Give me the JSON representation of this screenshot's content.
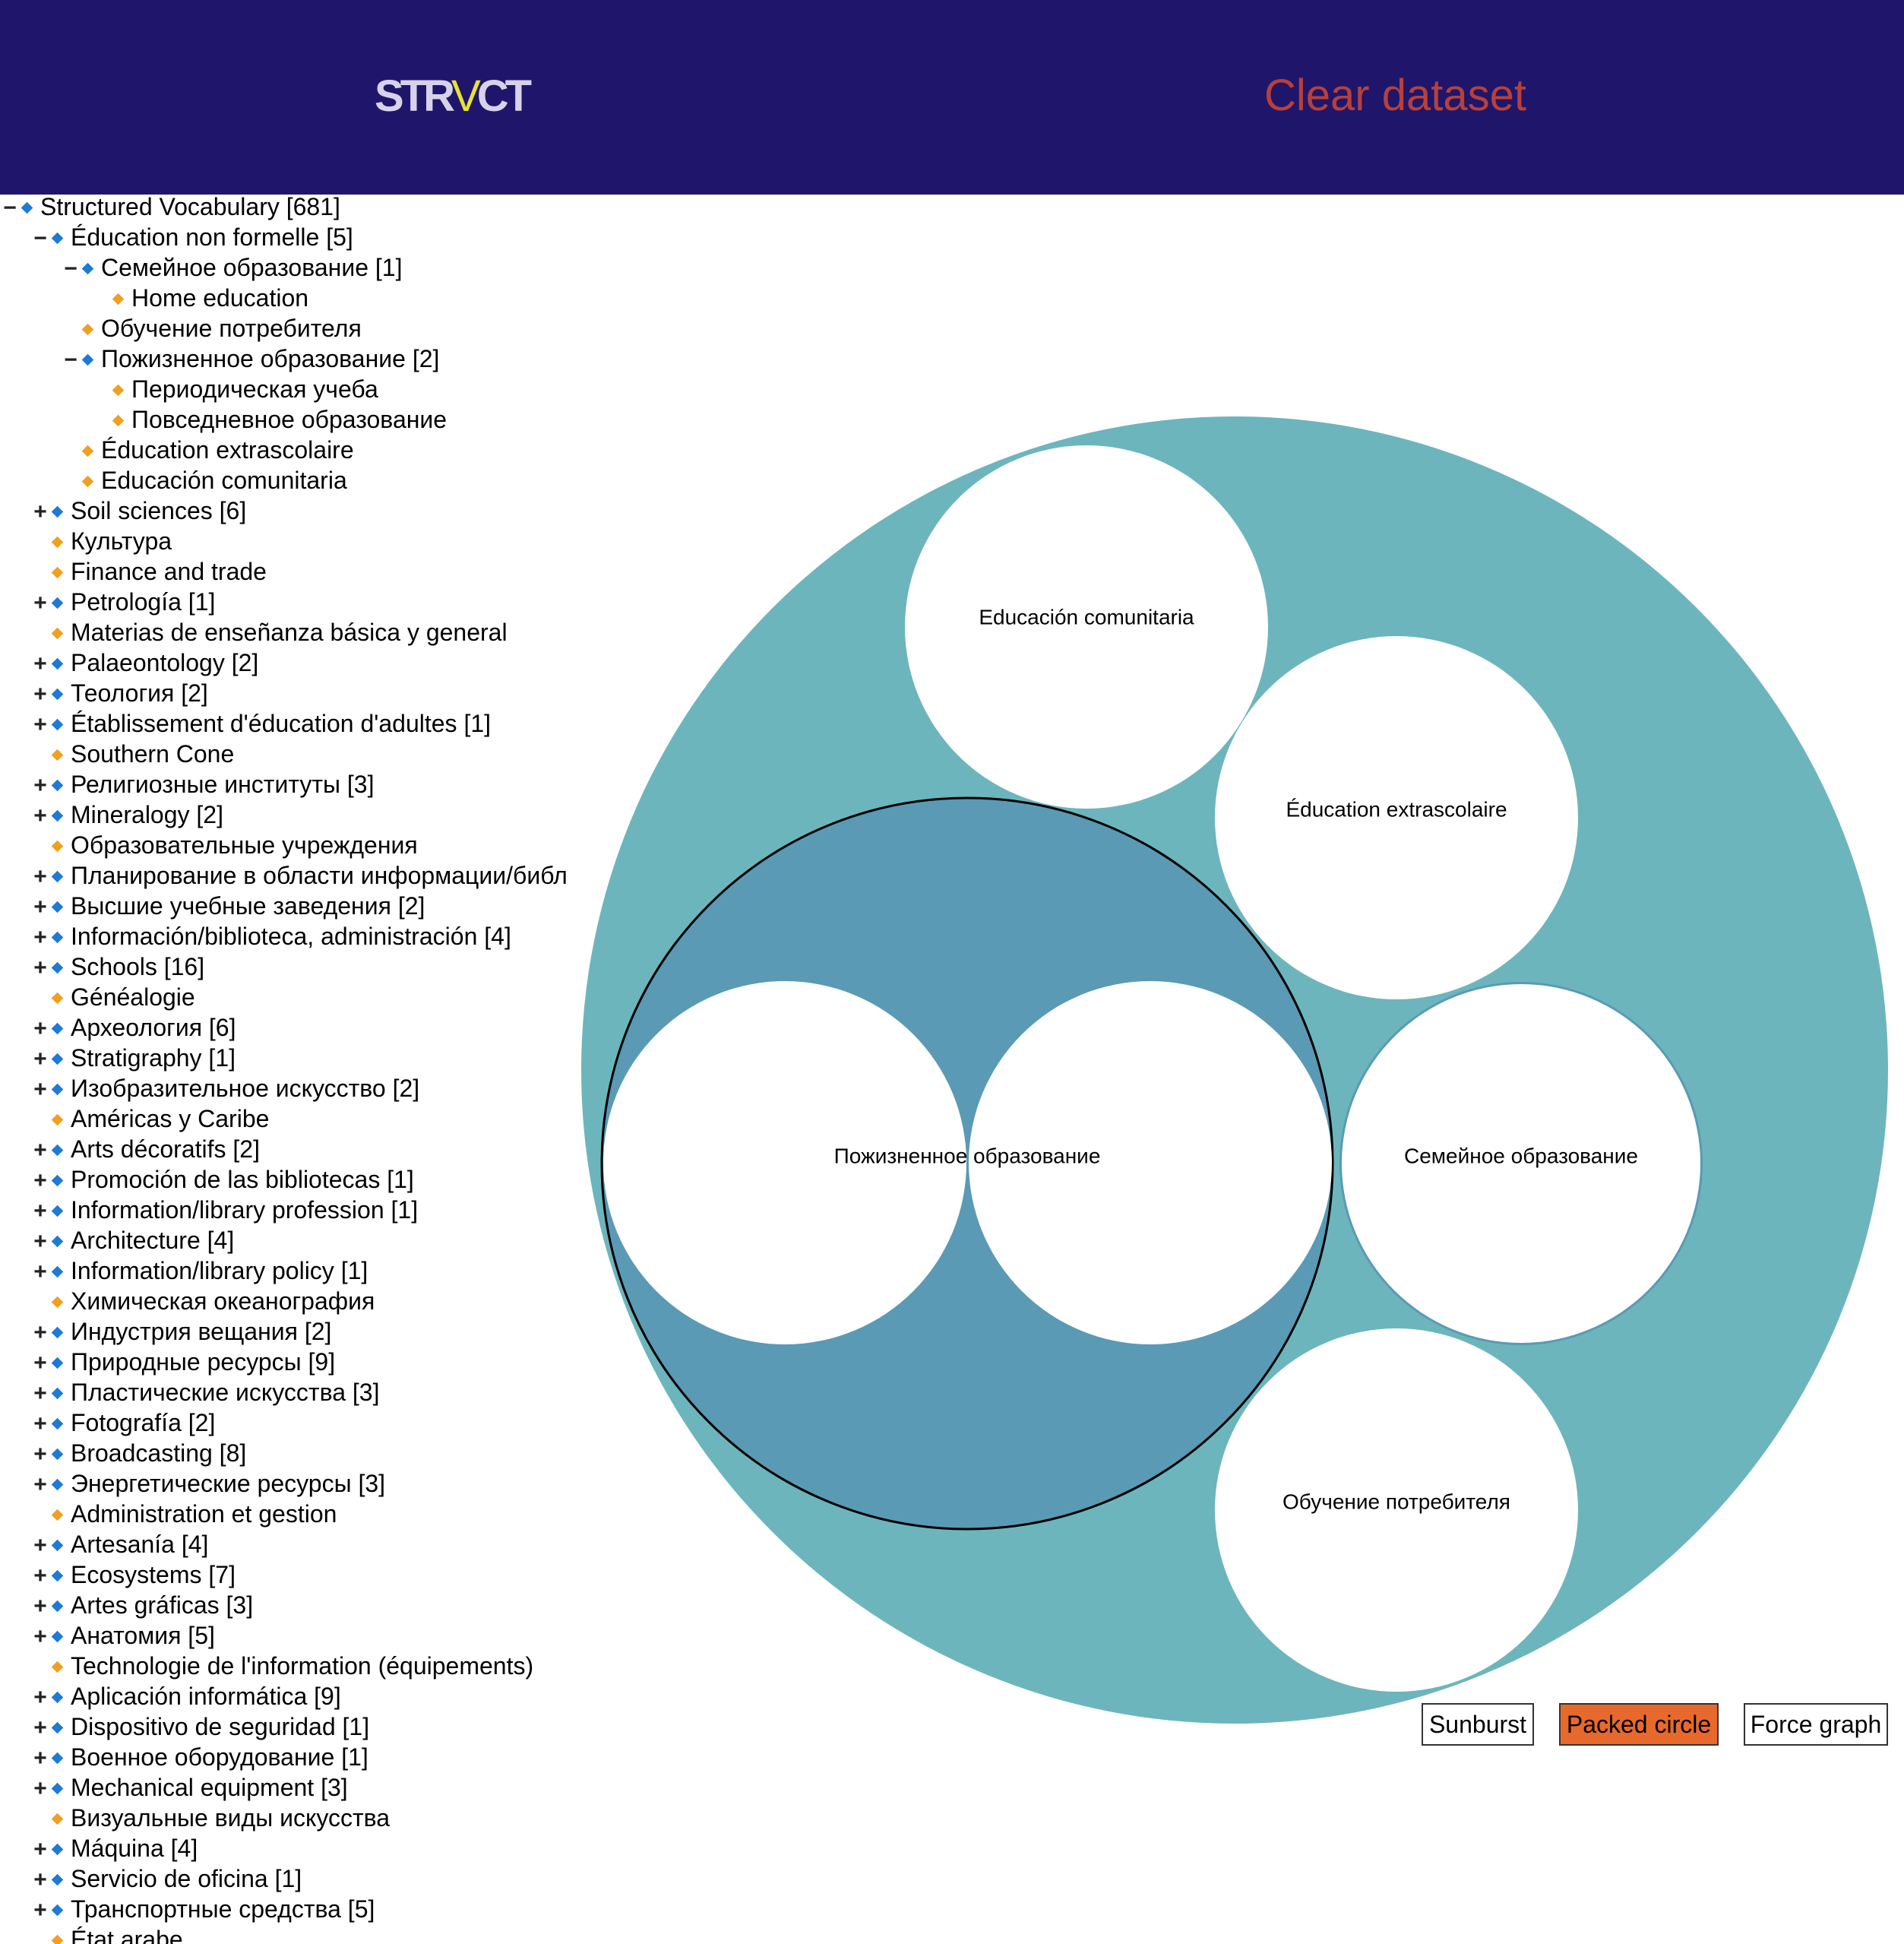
{
  "header": {
    "logo_left": "STR",
    "logo_accent": "V",
    "logo_right": "CT",
    "clear_label": "Clear dataset"
  },
  "tree": [
    {
      "label": "Structured Vocabulary [681]",
      "depth": 0,
      "toggle": "−",
      "type": "branch"
    },
    {
      "label": "Éducation non formelle [5]",
      "depth": 1,
      "toggle": "−",
      "type": "branch"
    },
    {
      "label": "Семейное образование [1]",
      "depth": 2,
      "toggle": "−",
      "type": "branch"
    },
    {
      "label": "Home education",
      "depth": 3,
      "toggle": "",
      "type": "leaf"
    },
    {
      "label": "Обучение потребителя",
      "depth": 2,
      "toggle": "",
      "type": "leaf"
    },
    {
      "label": "Пожизненное образование [2]",
      "depth": 2,
      "toggle": "−",
      "type": "branch"
    },
    {
      "label": "Периодическая учеба",
      "depth": 3,
      "toggle": "",
      "type": "leaf"
    },
    {
      "label": "Повседневное образование",
      "depth": 3,
      "toggle": "",
      "type": "leaf"
    },
    {
      "label": "Éducation extrascolaire",
      "depth": 2,
      "toggle": "",
      "type": "leaf"
    },
    {
      "label": "Educación comunitaria",
      "depth": 2,
      "toggle": "",
      "type": "leaf"
    },
    {
      "label": "Soil sciences [6]",
      "depth": 1,
      "toggle": "+",
      "type": "branch"
    },
    {
      "label": "Культура",
      "depth": 1,
      "toggle": "",
      "type": "leaf"
    },
    {
      "label": "Finance and trade",
      "depth": 1,
      "toggle": "",
      "type": "leaf"
    },
    {
      "label": "Petrología [1]",
      "depth": 1,
      "toggle": "+",
      "type": "branch"
    },
    {
      "label": "Materias de enseñanza básica y general",
      "depth": 1,
      "toggle": "",
      "type": "leaf"
    },
    {
      "label": "Palaeontology [2]",
      "depth": 1,
      "toggle": "+",
      "type": "branch"
    },
    {
      "label": "Теология [2]",
      "depth": 1,
      "toggle": "+",
      "type": "branch"
    },
    {
      "label": "Établissement d'éducation d'adultes [1]",
      "depth": 1,
      "toggle": "+",
      "type": "branch"
    },
    {
      "label": "Southern Cone",
      "depth": 1,
      "toggle": "",
      "type": "leaf"
    },
    {
      "label": "Религиозные институты [3]",
      "depth": 1,
      "toggle": "+",
      "type": "branch"
    },
    {
      "label": "Mineralogy [2]",
      "depth": 1,
      "toggle": "+",
      "type": "branch"
    },
    {
      "label": "Образовательные учреждения",
      "depth": 1,
      "toggle": "",
      "type": "leaf"
    },
    {
      "label": "Планирование в области информации/библ",
      "depth": 1,
      "toggle": "+",
      "type": "branch"
    },
    {
      "label": "Высшие учебные заведения [2]",
      "depth": 1,
      "toggle": "+",
      "type": "branch"
    },
    {
      "label": "Información/biblioteca, administración [4]",
      "depth": 1,
      "toggle": "+",
      "type": "branch"
    },
    {
      "label": "Schools [16]",
      "depth": 1,
      "toggle": "+",
      "type": "branch"
    },
    {
      "label": "Généalogie",
      "depth": 1,
      "toggle": "",
      "type": "leaf"
    },
    {
      "label": "Археология [6]",
      "depth": 1,
      "toggle": "+",
      "type": "branch"
    },
    {
      "label": "Stratigraphy [1]",
      "depth": 1,
      "toggle": "+",
      "type": "branch"
    },
    {
      "label": "Изобразительное искусство [2]",
      "depth": 1,
      "toggle": "+",
      "type": "branch"
    },
    {
      "label": "Américas y Caribe",
      "depth": 1,
      "toggle": "",
      "type": "leaf"
    },
    {
      "label": "Arts décoratifs [2]",
      "depth": 1,
      "toggle": "+",
      "type": "branch"
    },
    {
      "label": "Promoción de las bibliotecas [1]",
      "depth": 1,
      "toggle": "+",
      "type": "branch"
    },
    {
      "label": "Information/library profession [1]",
      "depth": 1,
      "toggle": "+",
      "type": "branch"
    },
    {
      "label": "Architecture [4]",
      "depth": 1,
      "toggle": "+",
      "type": "branch"
    },
    {
      "label": "Information/library policy [1]",
      "depth": 1,
      "toggle": "+",
      "type": "branch"
    },
    {
      "label": "Химическая океанография",
      "depth": 1,
      "toggle": "",
      "type": "leaf"
    },
    {
      "label": "Индустрия вещания [2]",
      "depth": 1,
      "toggle": "+",
      "type": "branch"
    },
    {
      "label": "Природные ресурсы [9]",
      "depth": 1,
      "toggle": "+",
      "type": "branch"
    },
    {
      "label": "Пластические искусства [3]",
      "depth": 1,
      "toggle": "+",
      "type": "branch"
    },
    {
      "label": "Fotografía [2]",
      "depth": 1,
      "toggle": "+",
      "type": "branch"
    },
    {
      "label": "Broadcasting [8]",
      "depth": 1,
      "toggle": "+",
      "type": "branch"
    },
    {
      "label": "Энергетические ресурсы [3]",
      "depth": 1,
      "toggle": "+",
      "type": "branch"
    },
    {
      "label": "Administration et gestion",
      "depth": 1,
      "toggle": "",
      "type": "leaf"
    },
    {
      "label": "Artesanía [4]",
      "depth": 1,
      "toggle": "+",
      "type": "branch"
    },
    {
      "label": "Ecosystems [7]",
      "depth": 1,
      "toggle": "+",
      "type": "branch"
    },
    {
      "label": "Artes gráficas [3]",
      "depth": 1,
      "toggle": "+",
      "type": "branch"
    },
    {
      "label": "Анатомия [5]",
      "depth": 1,
      "toggle": "+",
      "type": "branch"
    },
    {
      "label": "Technologie de l'information (équipements)",
      "depth": 1,
      "toggle": "",
      "type": "leaf"
    },
    {
      "label": "Aplicación informática [9]",
      "depth": 1,
      "toggle": "+",
      "type": "branch"
    },
    {
      "label": "Dispositivo de seguridad [1]",
      "depth": 1,
      "toggle": "+",
      "type": "branch"
    },
    {
      "label": "Военное оборудование [1]",
      "depth": 1,
      "toggle": "+",
      "type": "branch"
    },
    {
      "label": "Mechanical equipment [3]",
      "depth": 1,
      "toggle": "+",
      "type": "branch"
    },
    {
      "label": "Визуальные виды искусства",
      "depth": 1,
      "toggle": "",
      "type": "leaf"
    },
    {
      "label": "Máquina [4]",
      "depth": 1,
      "toggle": "+",
      "type": "branch"
    },
    {
      "label": "Servicio de oficina [1]",
      "depth": 1,
      "toggle": "+",
      "type": "branch"
    },
    {
      "label": "Транспортные средства [5]",
      "depth": 1,
      "toggle": "+",
      "type": "branch"
    },
    {
      "label": "État arabe",
      "depth": 1,
      "toggle": "",
      "type": "leaf"
    }
  ],
  "packed_circle": {
    "root_color": "#6db5bc",
    "group_color": "#5a9ab4",
    "leaf_color": "#ffffff",
    "nodes": [
      {
        "label": "Educación comunitaria",
        "kind": "leaf"
      },
      {
        "label": "Éducation extrascolaire",
        "kind": "leaf"
      },
      {
        "label": "Пожизненное образование",
        "kind": "group"
      },
      {
        "label": "Семейное образование",
        "kind": "group"
      },
      {
        "label": "Обучение потребителя",
        "kind": "leaf"
      }
    ]
  },
  "view_buttons": [
    {
      "label": "Sunburst",
      "active": false
    },
    {
      "label": "Packed circle",
      "active": true
    },
    {
      "label": "Force graph",
      "active": false
    }
  ]
}
